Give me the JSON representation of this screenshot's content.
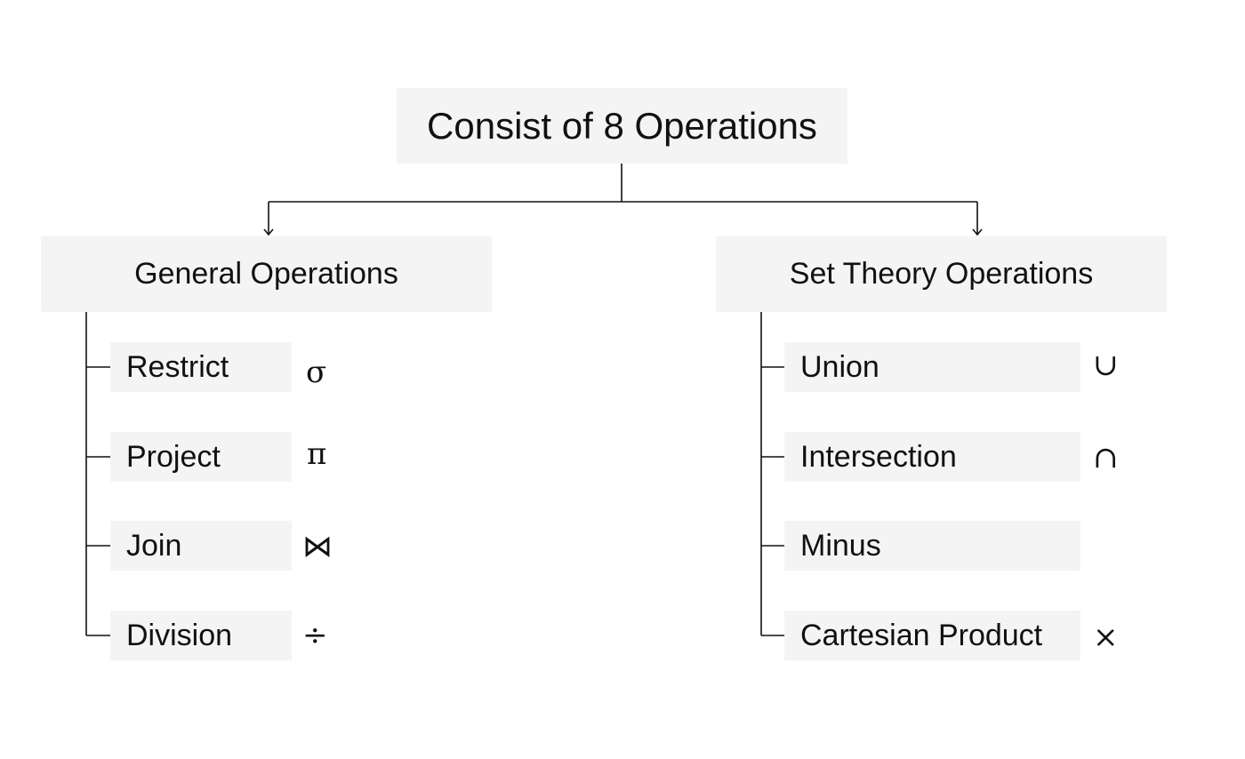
{
  "root": {
    "label": "Consist of 8 Operations"
  },
  "branches": [
    {
      "label": "General Operations",
      "items": [
        {
          "label": "Restrict",
          "symbol": "σ"
        },
        {
          "label": "Project",
          "symbol": "π"
        },
        {
          "label": "Join",
          "symbol": "⋈"
        },
        {
          "label": "Division",
          "symbol": "÷"
        }
      ]
    },
    {
      "label": "Set Theory Operations",
      "items": [
        {
          "label": "Union",
          "symbol": "∪"
        },
        {
          "label": "Intersection",
          "symbol": "∩"
        },
        {
          "label": "Minus",
          "symbol": ""
        },
        {
          "label": "Cartesian Product",
          "symbol": "×"
        }
      ]
    }
  ]
}
